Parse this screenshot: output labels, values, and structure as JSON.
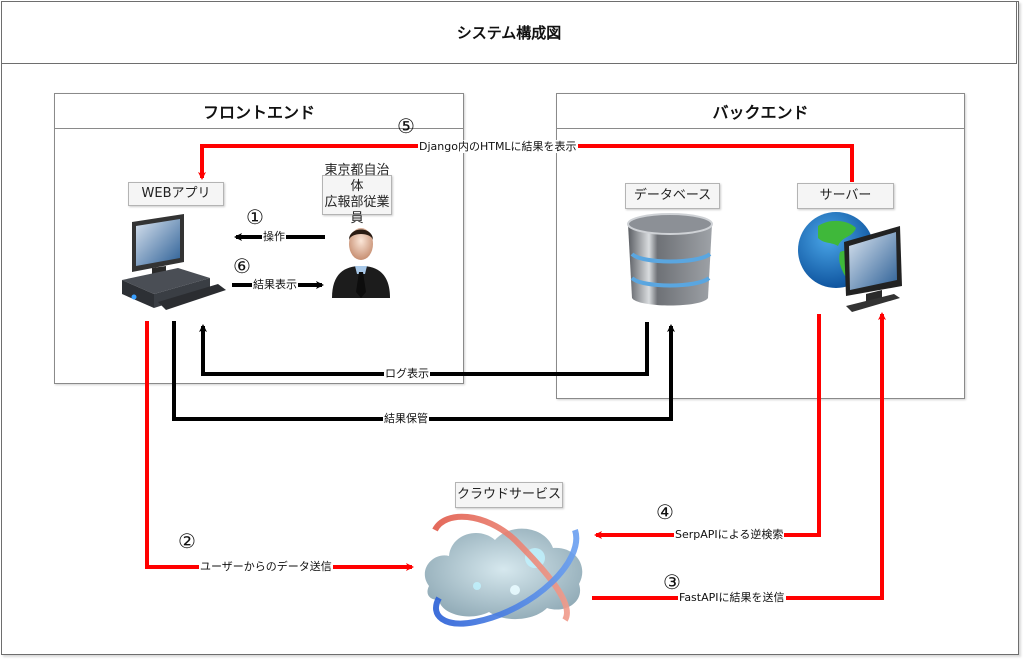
{
  "title": "システム構成図",
  "groups": {
    "frontend": {
      "title": "フロントエンド"
    },
    "backend": {
      "title": "バックエンド"
    }
  },
  "nodes": {
    "web_app": "WEBアプリ",
    "employee": "東京都自治体\n広報部従業員",
    "employee_line1": "東京都自治体",
    "employee_line2": "広報部従業員",
    "database": "データベース",
    "server": "サーバー",
    "cloud": "クラウドサービス"
  },
  "edges": [
    {
      "step": "①",
      "label": "操作",
      "from": "employee",
      "to": "web_app",
      "color": "#000000"
    },
    {
      "step": "②",
      "label": "ユーザーからのデータ送信",
      "from": "web_app",
      "to": "cloud",
      "color": "#ff0000"
    },
    {
      "step": "③",
      "label": "FastAPIに結果を送信",
      "from": "cloud",
      "to": "server",
      "color": "#ff0000"
    },
    {
      "step": "④",
      "label": "SerpAPIによる逆検索",
      "from": "server",
      "to": "cloud",
      "color": "#ff0000"
    },
    {
      "step": "⑤",
      "label": "Django内のHTMLに結果を表示",
      "from": "server",
      "to": "web_app",
      "color": "#ff0000"
    },
    {
      "step": "⑥",
      "label": "結果表示",
      "from": "web_app",
      "to": "employee",
      "color": "#000000"
    },
    {
      "step": "",
      "label": "ログ表示",
      "from": "database",
      "to": "web_app",
      "color": "#000000"
    },
    {
      "step": "",
      "label": "結果保管",
      "from": "web_app",
      "to": "database",
      "color": "#000000"
    }
  ],
  "icons": {
    "web_app": "desktop-computer-icon",
    "employee": "businessman-icon",
    "database": "database-icon",
    "server": "globe-server-icon",
    "cloud": "cloud-service-icon"
  },
  "colors": {
    "red_flow": "#ff0000",
    "black_flow": "#000000",
    "border": "#8a8a8a"
  }
}
